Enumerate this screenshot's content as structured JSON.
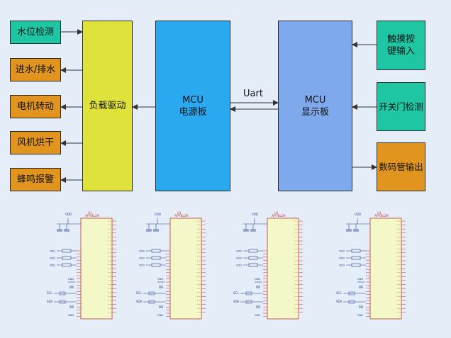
{
  "inputs": [
    "水位检测"
  ],
  "outputs": [
    "进水/排水",
    "电机转动",
    "风机烘干",
    "蜂鸣报警"
  ],
  "driver": "负载驱动",
  "mcu_power": {
    "title": "MCU",
    "subtitle": "电源板"
  },
  "mcu_display": {
    "title": "MCU",
    "subtitle": "显示板"
  },
  "link_label": "Uart",
  "display_inputs": [
    "触摸按键输入",
    "开关门检测"
  ],
  "display_outputs": [
    "数码管输出"
  ],
  "schematic": {
    "chip_label": "APT8L29",
    "chip_ref": "U1",
    "net_vdd": "VDD",
    "net_gnd": "GND",
    "net_scl": "SCL",
    "net_sda": "SDA",
    "colors": {
      "chip_fill": "#f4f7c8",
      "wire": "#c0392b",
      "component": "#2c3e8c"
    }
  },
  "colors": {
    "background": "#e4edf8",
    "teal": "#1fc6a4",
    "orange": "#e1951f",
    "yellow": "#dfe23a",
    "blue": "#2aa9f0",
    "light_blue": "#7ea9ec"
  }
}
